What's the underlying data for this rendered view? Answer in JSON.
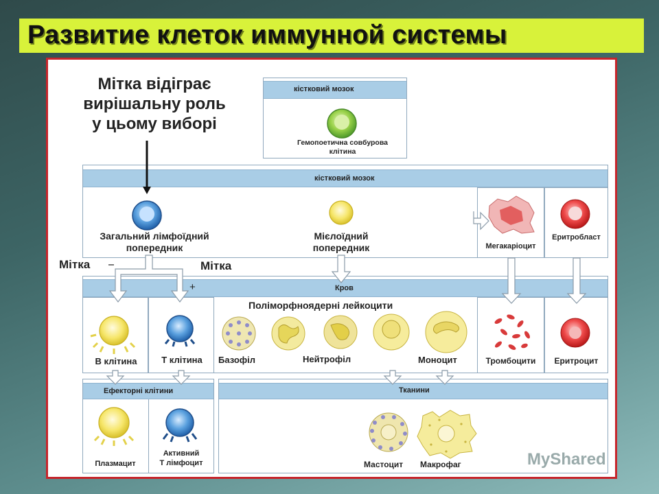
{
  "title": "Развитие клеток иммунной системы",
  "note": [
    "Мітка відіграє",
    "вирішальну роль",
    "у цьому виборі"
  ],
  "bands": {
    "bone_marrow_top": "кістковий мозок",
    "bone_marrow": "кістковий мозок",
    "blood": "Кров",
    "effector": "Ефекторні клітини",
    "tissues": "Тканини"
  },
  "cells": {
    "hsc": [
      "Гемопоетична совбурова",
      "клітина"
    ],
    "lymphoid": [
      "Загальний лімфоїдний",
      "попередник"
    ],
    "myeloid": [
      "Мієлоїдний",
      "попередник"
    ],
    "megakaryocyte": "Мегакаріоцит",
    "erythroblast": "Еритробласт",
    "b_cell": "В клітина",
    "t_cell": "Т клітина",
    "pmn": "Поліморфноядерні лейкоцити",
    "basophil": "Базофіл",
    "neutrophil": "Нейтрофіл",
    "monocyte": "Моноцит",
    "platelets": "Тромбоцити",
    "erythrocyte": "Еритроцит",
    "plasma": "Плазмацит",
    "active_t": [
      "Активний",
      "Т лімфоцит"
    ],
    "mast": "Мастоцит",
    "macrophage": "Макрофаг"
  },
  "marks": {
    "left": "Мітка",
    "right": "Мітка",
    "minus": "–",
    "plus": "+"
  },
  "watermark": "MyShared",
  "colors": {
    "title_bg": "#d8f23a",
    "panel_border": "#c7252b",
    "band": "#a9cde6"
  }
}
